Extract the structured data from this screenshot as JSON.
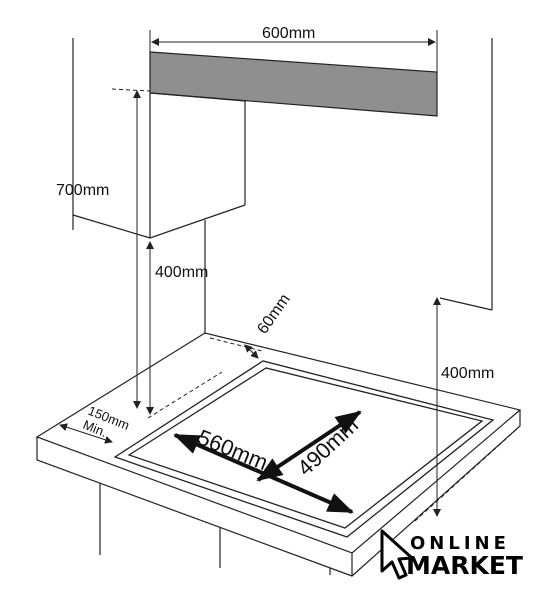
{
  "diagram": {
    "labels": {
      "width_top": "600mm",
      "height_700": "700mm",
      "height_400_left": "400mm",
      "height_400_right": "400mm",
      "rear_clearance": "60mm",
      "side_clearance": "150mm",
      "side_clearance_suffix": "Min.",
      "cutout_width": "560mm",
      "cutout_depth": "490mm"
    }
  },
  "logo": {
    "line1": "ONLINE",
    "line2": "MARKET",
    "icon": "cursor-arrow-icon"
  },
  "colors": {
    "hood": "#8f8f8f",
    "line": "#222222",
    "text": "#111111"
  }
}
